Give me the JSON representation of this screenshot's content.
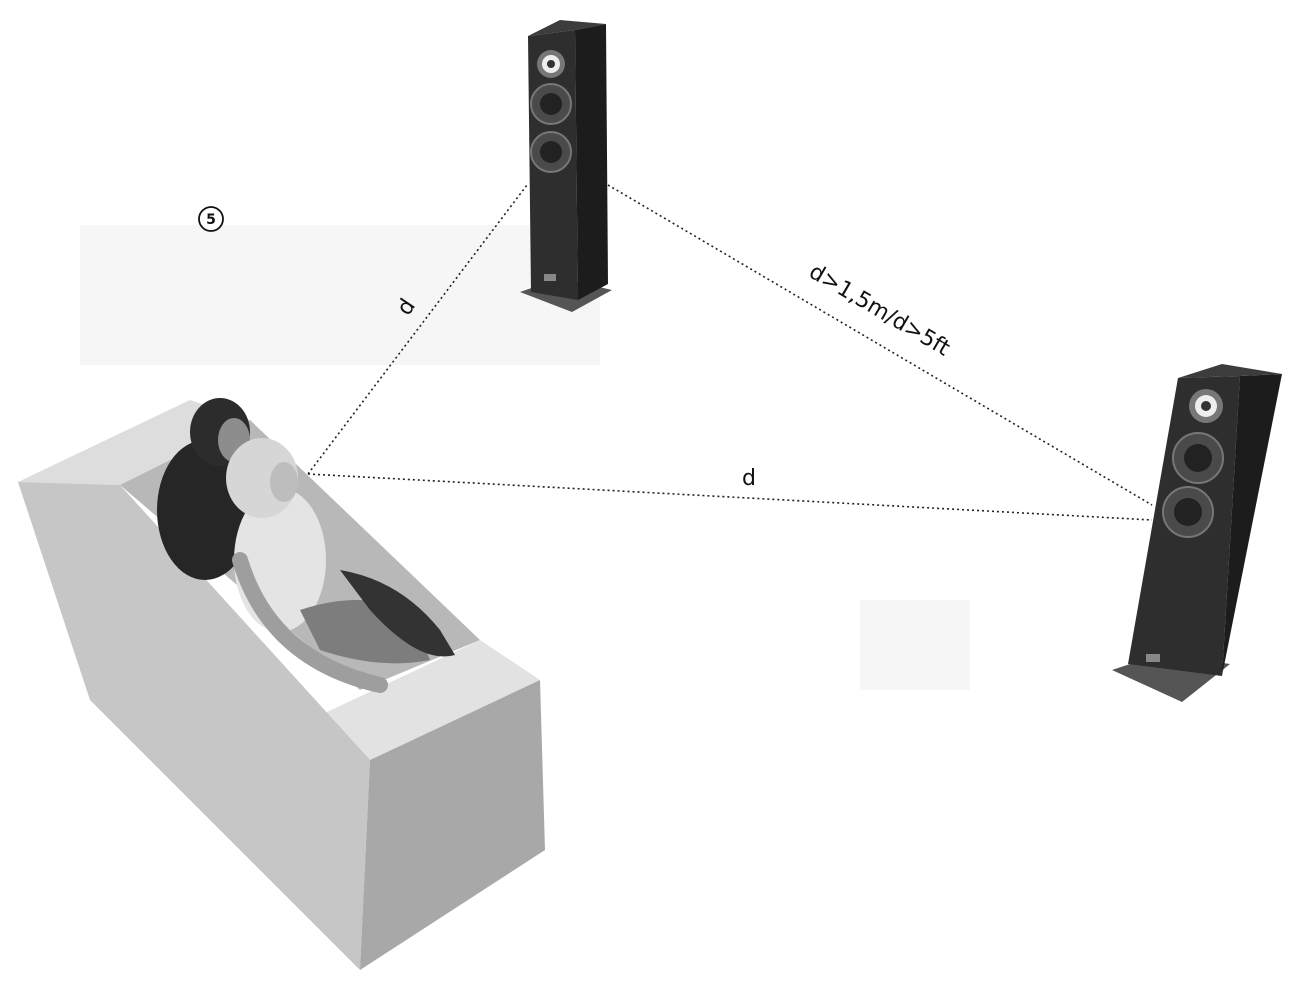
{
  "step": {
    "number": "5"
  },
  "labels": {
    "listener_to_left_speaker": "d",
    "listener_to_right_speaker": "d",
    "speaker_to_speaker": "d>1,5m/d>5ft"
  },
  "colors": {
    "background": "#ffffff",
    "sofa_top": "#d8d8d8",
    "sofa_front": "#c2c2c2",
    "sofa_side": "#a9a9a9",
    "sofa_seat": "#b6b6b6",
    "speaker_body": "#2b2b2b",
    "speaker_side": "#1a1a1a",
    "speaker_base": "#555555",
    "driver_ring": "#7a7a7a",
    "tweeter": "#eeeeee",
    "dotted_line": "#222222"
  }
}
